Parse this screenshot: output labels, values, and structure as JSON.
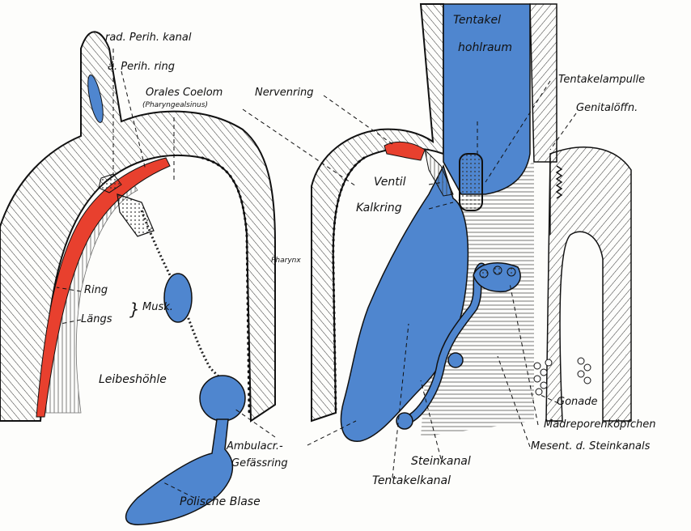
{
  "labels": {
    "rad_perih_kanal": "rad. Perih. kanal",
    "a_perih_ring": "ä. Perih. ring",
    "orales_coelom": "Orales Coelom",
    "pharyngealsinus": "(Pharyngealsinus)",
    "nervenring": "Nervenring",
    "tentakel_top": "Tentakel",
    "hohlraum": "hohlraum",
    "tentakelampulle": "Tentakelampulle",
    "genitaloeffn": "Genitalöffn.",
    "ventil": "Ventil",
    "kalkring": "Kalkring",
    "pharynx": "Pharynx",
    "ring": "Ring",
    "laengs": "Längs",
    "musk": "Musk.",
    "leibeshoehle": "Leibeshöhle",
    "gonade": "Gonade",
    "madreporenkoepfchen": "Madreporenköpfchen",
    "mesent_steinkanals": "Mesent. d. Steinkanals",
    "ambulacr": "Ambulacr.-",
    "gefaessring": "Gefässring",
    "steinkanal": "Steinkanal",
    "tentakelkanal": "Tentakelkanal",
    "polische_blase": "Polische Blase"
  },
  "colors": {
    "water_vascular": "#4f86cf",
    "perihaemal": "#e8402e",
    "tissue_hatch": "#222222",
    "background": "#fdfdfb"
  }
}
